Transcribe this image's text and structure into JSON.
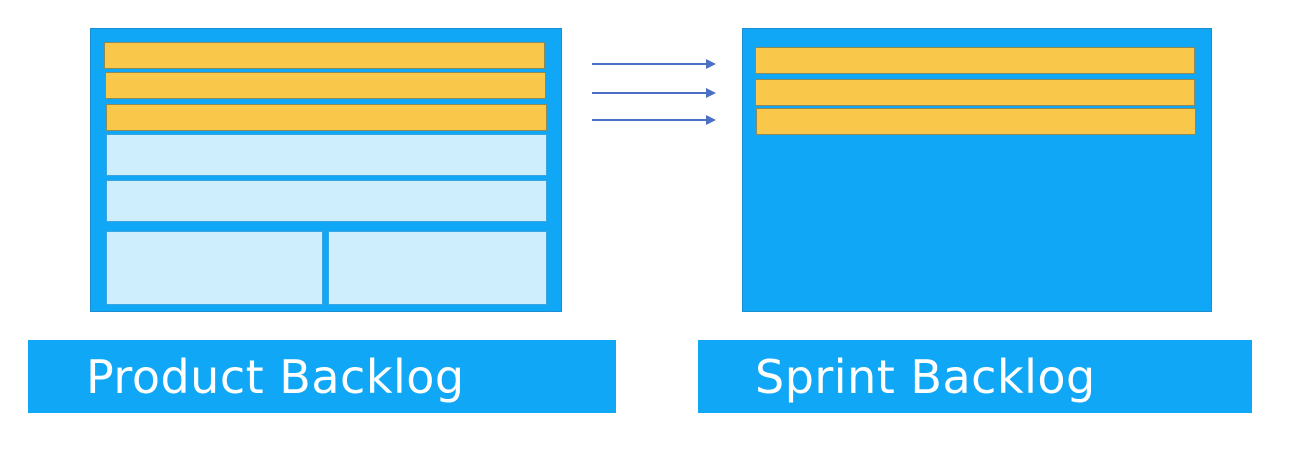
{
  "labels": {
    "product_backlog": "Product Backlog",
    "sprint_backlog": "Sprint Backlog"
  },
  "colors": {
    "board_blue": "#10a8f6",
    "story_yellow": "#f9c74a",
    "backlog_cell_light": "#cfeefd",
    "arrow": "#4a6fc4",
    "label_text": "#ffffff"
  },
  "product_board": {
    "selected_stories": 3,
    "remaining_rows": 2,
    "bottom_split_cells": 2
  },
  "sprint_board": {
    "stories": 3
  },
  "arrows": {
    "count": 3,
    "icon": "right-arrow-icon"
  }
}
